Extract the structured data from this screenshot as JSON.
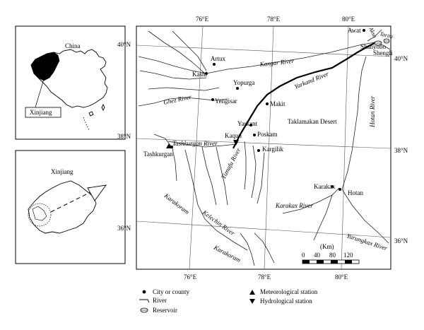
{
  "inset_top": {
    "country_label": "China",
    "region_label": "Xinjiang"
  },
  "inset_bottom": {
    "region_label": "Xinjiang"
  },
  "grid_labels": {
    "lon_76": "76°E",
    "lon_78": "78°E",
    "lon_80": "80°E",
    "lat_40": "40°N",
    "lat_38": "38°N",
    "lat_36": "36°N"
  },
  "places": {
    "artux": "Artux",
    "kashi": "Kashi",
    "yopurga": "Yopurga",
    "yengisar": "Yengisar",
    "makit": "Makit",
    "yarkant": "Yarkant",
    "poskam": "Poskam",
    "kaqun": "Kaqun",
    "kargilik": "Kargilik",
    "tashkurgan": "Tashkurgan",
    "awat": "Awat",
    "shanyobo": "Shanyobo",
    "shengli": "Shengli",
    "karakax": "Karakax",
    "hotan": "Hotan"
  },
  "rivers": {
    "kaxgar": "Kaxgar River",
    "yarkand": "Yarkand River",
    "ghez": "Ghez River",
    "tashkurgan": "Tashkurgan River",
    "tiznafu": "Tiznafu River",
    "kelechin": "Kelechin River",
    "karakax": "Karakax River",
    "yurungkax": "Yurungkax River",
    "hotan": "Hotan River",
    "aksu": "Aksu",
    "tarim": "Tarim"
  },
  "regions": {
    "desert": "Taklamakan Desert",
    "karakoram_1": "Karakoram",
    "karakoram_2": "Karakoram"
  },
  "scale_bar": {
    "unit": "(Km)",
    "ticks": [
      "0",
      "40",
      "80",
      "120"
    ]
  },
  "legend": {
    "city": "City or county",
    "river": "River",
    "reservoir": "Reservoir",
    "meteo": "Meteorological station",
    "hydro": "Hydrological station"
  }
}
